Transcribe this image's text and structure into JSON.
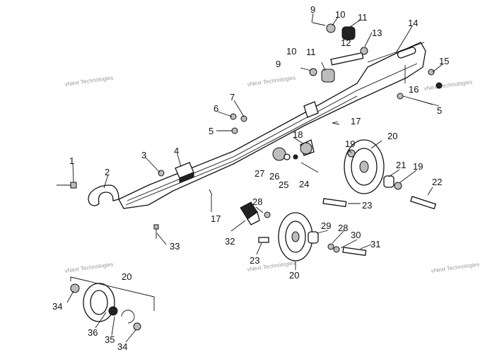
{
  "callouts": {
    "c1": "1",
    "c2": "2",
    "c3": "3",
    "c4": "4",
    "c5a": "5",
    "c5b": "5",
    "c6": "6",
    "c7": "7",
    "c9a": "9",
    "c9b": "9",
    "c10a": "10",
    "c10b": "10",
    "c11a": "11",
    "c11b": "11",
    "c12": "12",
    "c13": "13",
    "c14": "14",
    "c15": "15",
    "c16": "16",
    "c17a": "17",
    "c17b": "17",
    "c18": "18",
    "c19a": "19",
    "c19b": "19",
    "c20a": "20",
    "c20b": "20",
    "c20c": "20",
    "c21": "21",
    "c22": "22",
    "c23a": "23",
    "c23b": "23",
    "c24": "24",
    "c25": "25",
    "c26": "26",
    "c27": "27",
    "c28a": "28",
    "c28b": "28",
    "c29": "29",
    "c30": "30",
    "c31": "31",
    "c32": "32",
    "c33": "33",
    "c34a": "34",
    "c34b": "34",
    "c35": "35",
    "c36": "36"
  },
  "watermark": "vNext Technologies"
}
